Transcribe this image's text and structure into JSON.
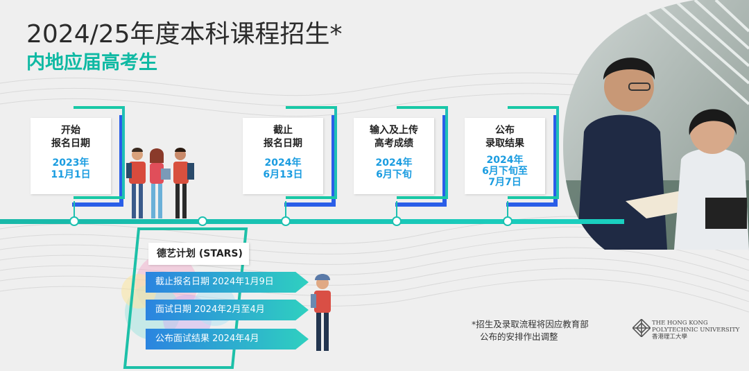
{
  "header": {
    "title": "2024/25年度本科课程招生*",
    "subtitle": "内地应届高考生"
  },
  "timeline": [
    {
      "label_l1": "开始",
      "label_l2": "报名日期",
      "date_l1": "2023年",
      "date_l2": "11月1日",
      "date_l3": ""
    },
    {
      "label_l1": "截止",
      "label_l2": "报名日期",
      "date_l1": "2024年",
      "date_l2": "6月13日",
      "date_l3": ""
    },
    {
      "label_l1": "输入及上传",
      "label_l2": "高考成绩",
      "date_l1": "2024年",
      "date_l2": "6月下旬",
      "date_l3": ""
    },
    {
      "label_l1": "公布",
      "label_l2": "录取结果",
      "date_l1": "2024年",
      "date_l2": "6月下旬至",
      "date_l3": "7月7日"
    }
  ],
  "stars": {
    "heading": "德艺计划 (STARS)",
    "rows": [
      "截止报名日期 2024年1月9日",
      "面试日期   2024年2月至4月",
      "公布面试结果   2024年4月"
    ]
  },
  "footnote": {
    "line1": "*招生及录取流程将因应教育部",
    "line2": "公布的安排作出调整"
  },
  "logo": {
    "line1": "THE HONG KONG",
    "line2": "POLYTECHNIC UNIVERSITY",
    "line3": "香港理工大學"
  },
  "colors": {
    "teal": "#18c8a6",
    "blue": "#2a5ee8",
    "date_blue": "#1a9ce0",
    "banner_green": "#2cc6a8"
  }
}
